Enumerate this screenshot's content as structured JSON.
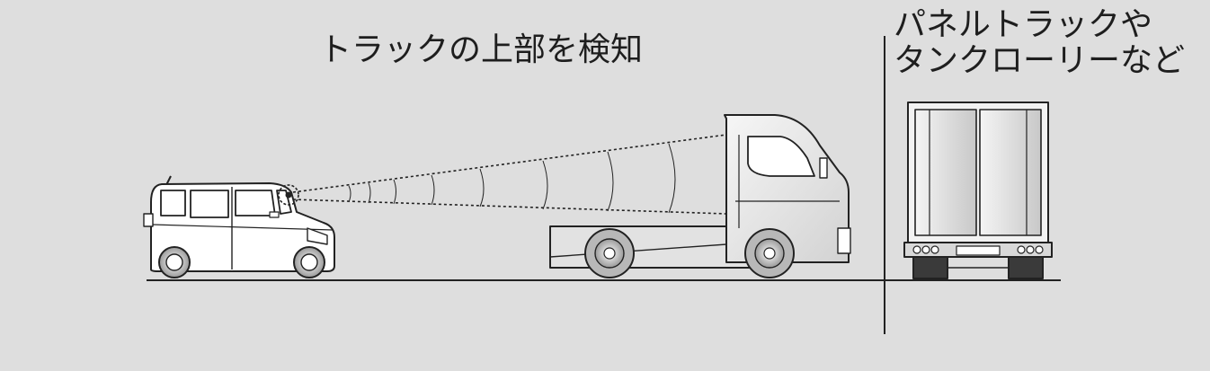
{
  "diagram": {
    "main_caption": "トラックの上部を検知",
    "side_caption_line1": "パネルトラックや",
    "side_caption_line2": "タンクローリーなど"
  },
  "colors": {
    "background": "#dedede",
    "line": "#222222",
    "vehicle_fill": "#ffffff",
    "truck_body": "#e6e6e6",
    "truck_shade": "#bdbdbd"
  },
  "icons": {
    "car": "kei-car-icon",
    "camera": "camera-icon",
    "truck": "flatbed-truck-icon",
    "rear_truck": "panel-truck-rear-icon"
  }
}
